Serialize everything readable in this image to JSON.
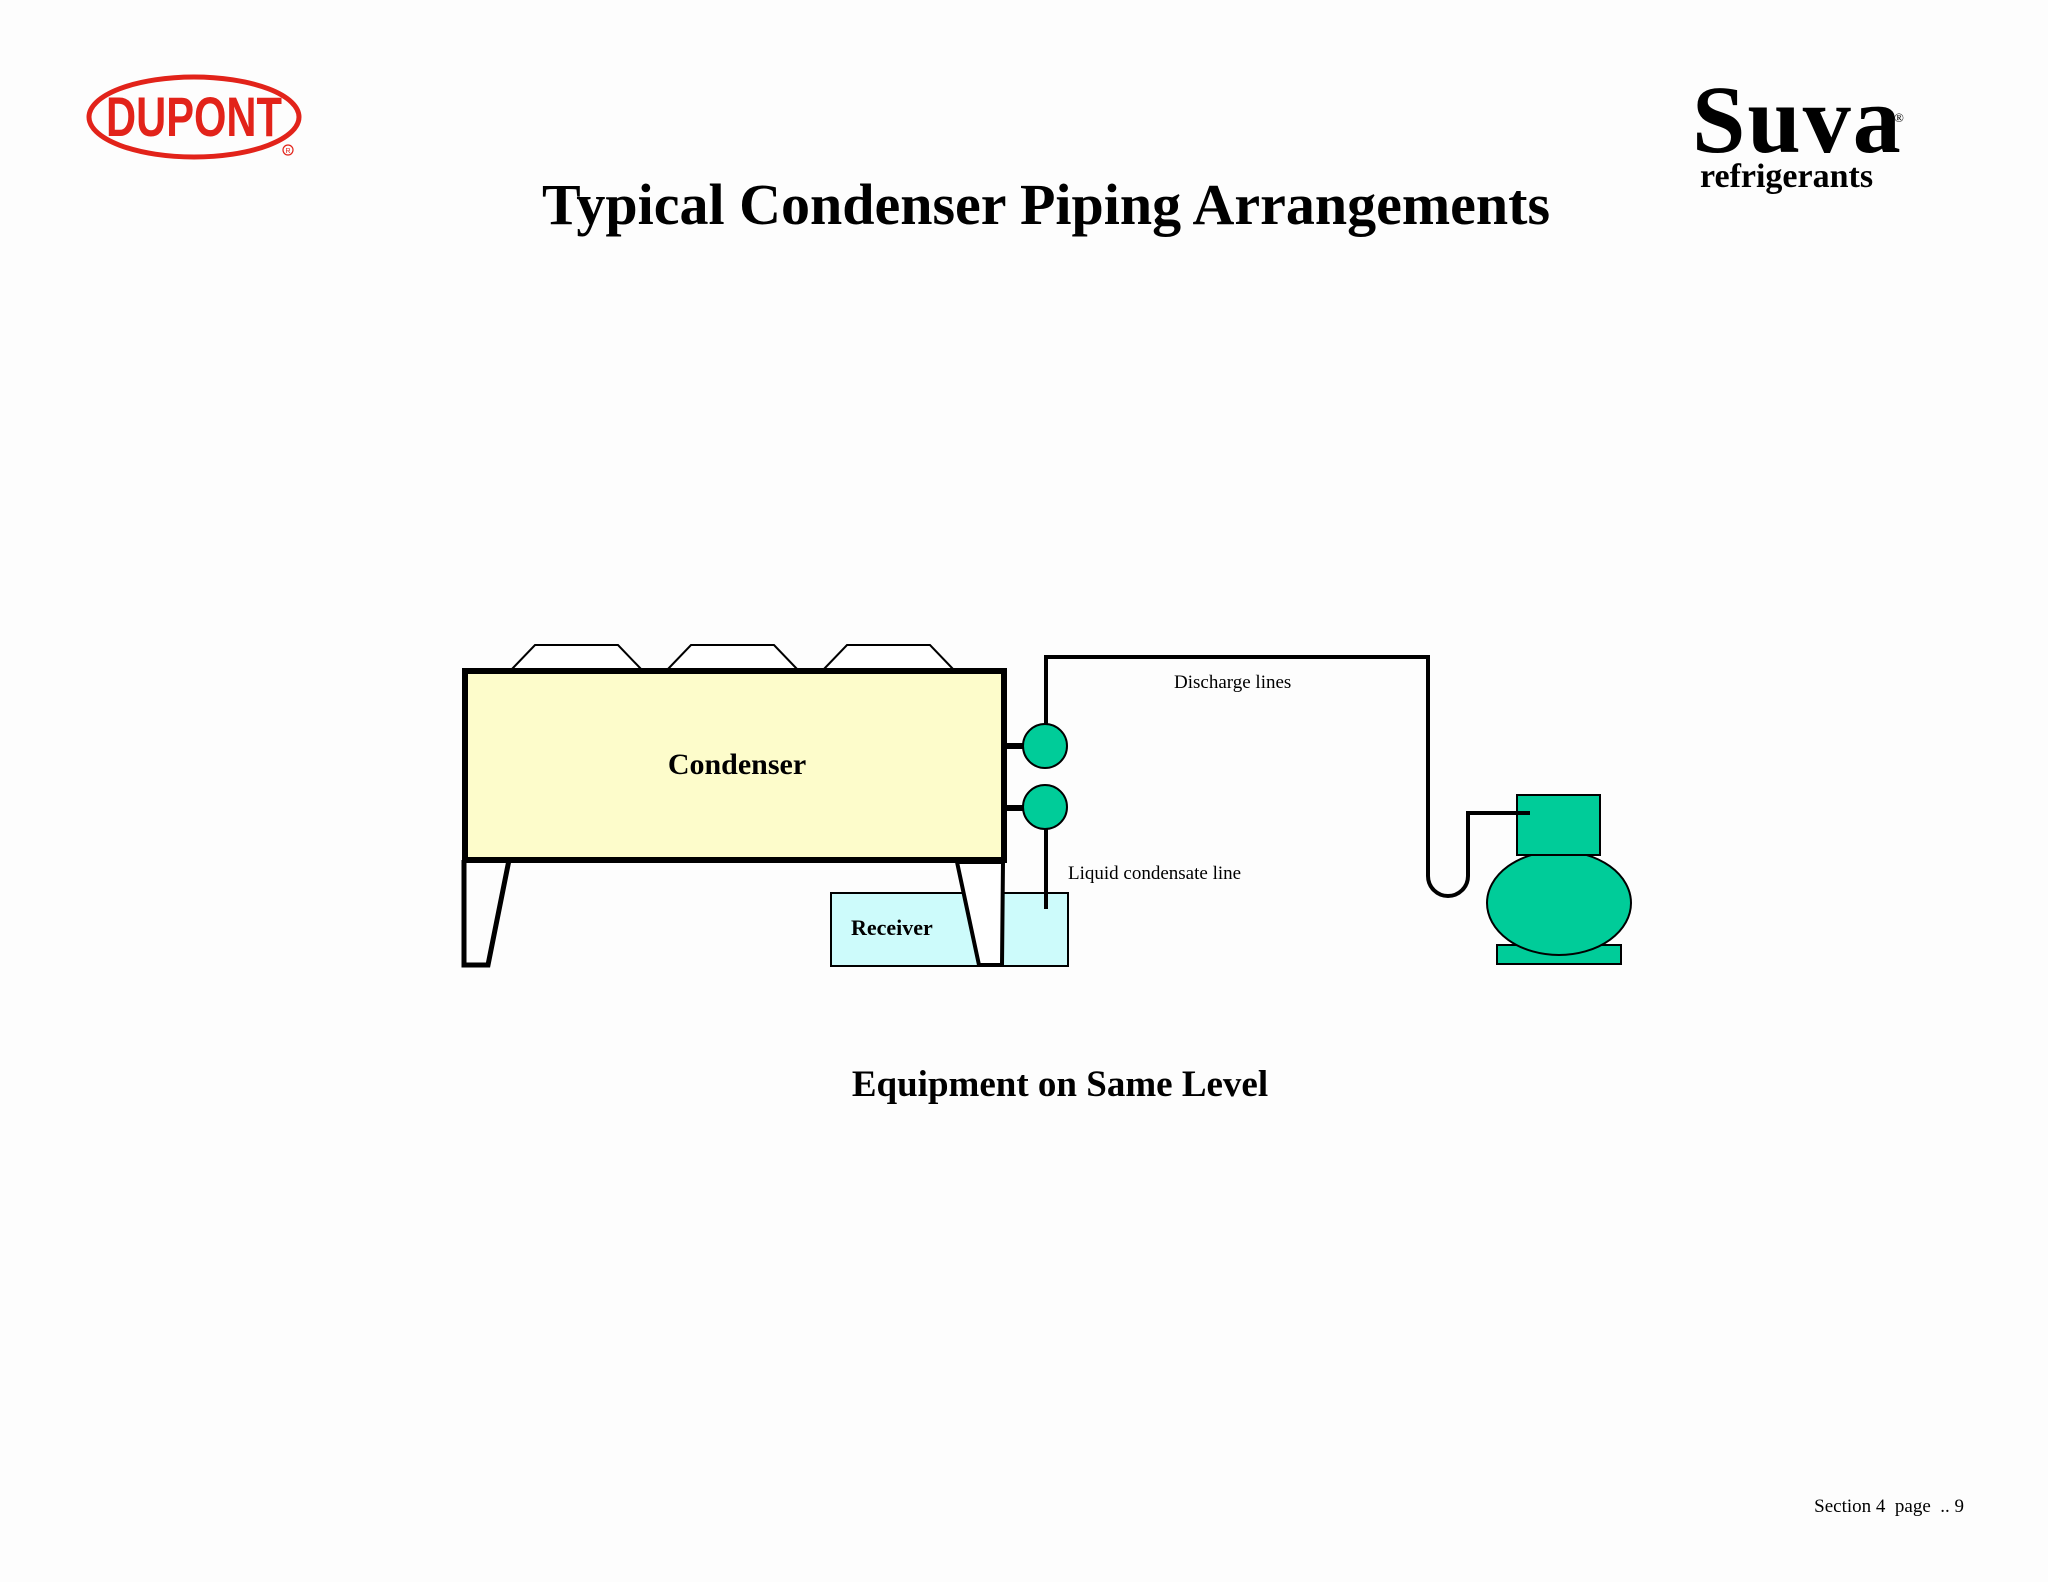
{
  "header": {
    "title": "Typical Condenser Piping Arrangements",
    "dupont_logo_text": "DUPONT",
    "suva": {
      "brand": "Suva",
      "reg_mark": "®",
      "subtitle": "refrigerants"
    }
  },
  "diagram": {
    "labels": {
      "condenser": "Condenser",
      "receiver": "Receiver",
      "discharge_lines": "Discharge lines",
      "liquid_condensate_line": "Liquid condensate line"
    },
    "colors": {
      "condenser_fill": "#fdfccb",
      "receiver_fill": "#cdfbfb",
      "compressor_fill": "#00cc99",
      "header_fill": "#00cc99",
      "logo_red": "#e2231a"
    }
  },
  "caption": "Equipment on Same Level",
  "footer": {
    "page_ref": "Section 4  page  .. 9"
  }
}
